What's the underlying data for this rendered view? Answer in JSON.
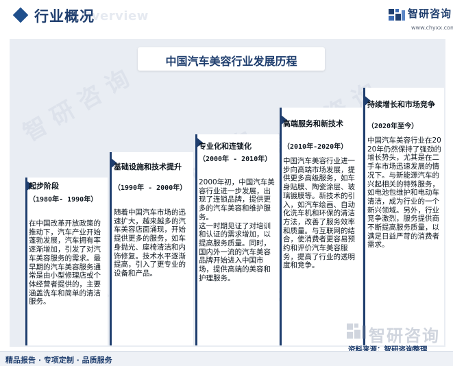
{
  "header": {
    "title": "行业概况",
    "subtitle": "Overview",
    "brand_name": "智研咨询",
    "brand_url": "www.chyxx.com"
  },
  "watermark": {
    "text": "智 研 咨 询"
  },
  "banner": {
    "title": "中国汽车美容行业发展历程"
  },
  "stages": [
    {
      "title": "起步阶段",
      "period": "（1980年- 1990年）",
      "body": "在中国改革开放政策的推动下，汽车产业开始蓬勃发展，汽车拥有率逐渐增加，引发了对汽车美容服务的需求。最早期的汽车美容服务通常是由小型修理店或个体经营者提供的，主要涵盖洗车和简单的清洁服务。"
    },
    {
      "title": "基础设施和技术提升",
      "period": "（1990年 - 2000年）",
      "body": "随着中国汽车市场的迅速扩大，越来越多的汽车美容店面涌现，开始提供更多的服务，如车身抛光、座椅清洁和内饰修复。技术水平逐渐提高，引入了更专业的设备和产品。"
    },
    {
      "title": "专业化和连锁化",
      "period": "（2000年 - 2010年）",
      "body": "2000年初，中国汽车美容行业进一步发展，出现了连锁品牌，提供更多的汽车美容和维护服务。\n这一时期见证了对培训和认证的需求增加，以提高服务质量。同时，国内外一流的汽车美容品牌开始进入中国市场，提供高端的美容和护理服务。"
    },
    {
      "title": "高端服务和新技术",
      "period": "（2010年-2020年）",
      "body": "中国汽车美容行业进一步向高端市场发展，提供更多高级服务，如车身贴膜、陶瓷涂层、玻璃镀膜等。新技术的引入，如汽车绘画、自动化洗车机和环保的清洁方法，改善了服务效率和质量。与互联网的结合，使消费者更容易预约和评价汽车美容服务，提高了行业的透明度和竞争。"
    },
    {
      "title": "持续增长和市场竞争",
      "period": "（2020年至今）",
      "body": "中国汽车美容行业在2020年仍然保持了强劲的增长势头，尤其是在二手车市场迅速发展的情况下。与新能源汽车的兴起相关的特殊服务，如电池包维护和电动车清洁，成为行业的一个新兴领域。另外，行业竞争激烈，服务提供商不断提高服务质量，以满足日益严苛的消费者需求。"
    }
  ],
  "source": "资料来源：智研咨询整理",
  "footer": "精品报告 · 专项定制 · 品质服务",
  "colors": {
    "brand": "#1f3e6e",
    "panel": "#e9edf3"
  }
}
